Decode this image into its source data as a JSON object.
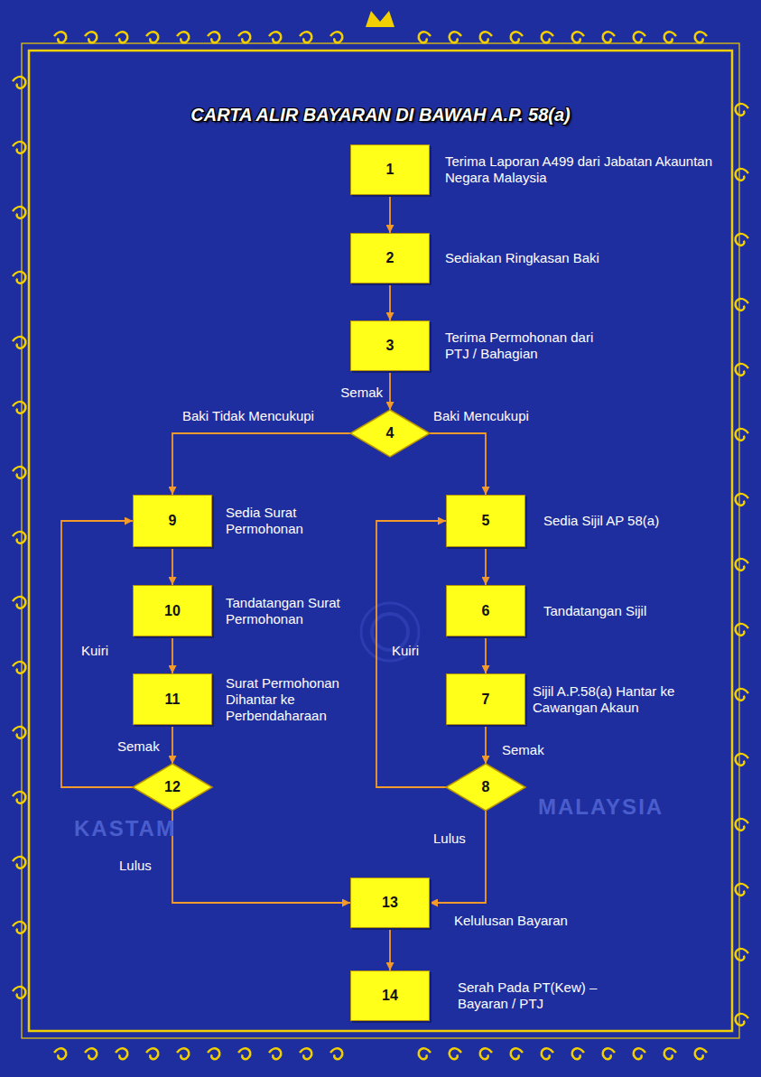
{
  "diagram": {
    "title": "CARTA ALIR BAYARAN DI BAWAH A.P. 58(a)",
    "nodes": [
      {
        "text": [
          "1",
          "Terima Laporan A499 dari Jabatan Akauntan Negara Malaysia"
        ]
      },
      {
        "text": [
          "2",
          "Sediakan Ringkasan Baki"
        ]
      },
      {
        "text": [
          "3",
          "Terima Permohonan dari PTJ / Bahagian"
        ]
      },
      {
        "text": [
          "4"
        ]
      },
      {
        "text": [
          "5",
          "Sedia Sijil AP 58(a)"
        ]
      },
      {
        "text": [
          "6",
          "Tandatangan Sijil"
        ]
      },
      {
        "text": [
          "7",
          "Sijil A.P.58(a) Hantar ke Cawangan Akaun"
        ]
      },
      {
        "text": [
          "8"
        ]
      },
      {
        "text": [
          "9",
          "Sedia Surat Permohonan"
        ]
      },
      {
        "text": [
          "10",
          "Tandatangan Surat Permohonan"
        ]
      },
      {
        "text": [
          "11",
          "Surat Permohonan Dihantar ke Perbendaharaan"
        ]
      },
      {
        "text": [
          "12"
        ]
      },
      {
        "text": [
          "13",
          "Kelulusan Bayaran"
        ]
      },
      {
        "text": [
          "14",
          "Serah Pada PT(Kew) – Bayaran / PTJ"
        ]
      }
    ],
    "edges": [
      {
        "from": 0,
        "to": 1,
        "arrow": "to"
      },
      {
        "from": 1,
        "to": 2,
        "arrow": "to"
      },
      {
        "from": 2,
        "to": 3,
        "label": "Semak",
        "arrow": "to"
      },
      {
        "from": 3,
        "to": 8,
        "label": "Baki Tidak Mencukupi",
        "arrow": "to"
      },
      {
        "from": 3,
        "to": 4,
        "label": "Baki Mencukupi",
        "arrow": "to"
      },
      {
        "from": 4,
        "to": 5,
        "arrow": "to"
      },
      {
        "from": 5,
        "to": 6,
        "arrow": "to"
      },
      {
        "from": 6,
        "to": 7,
        "label": "Semak",
        "arrow": "to"
      },
      {
        "from": 7,
        "to": 4,
        "label": "Kuiri",
        "arrow": "to"
      },
      {
        "from": 7,
        "to": 12,
        "label": "Lulus",
        "arrow": "to"
      },
      {
        "from": 8,
        "to": 9,
        "arrow": "to"
      },
      {
        "from": 9,
        "to": 10,
        "arrow": "to"
      },
      {
        "from": 10,
        "to": 11,
        "label": "Semak",
        "arrow": "to"
      },
      {
        "from": 11,
        "to": 8,
        "label": "Kuiri",
        "arrow": "to"
      },
      {
        "from": 11,
        "to": 12,
        "label": "Lulus",
        "arrow": "to"
      },
      {
        "from": 12,
        "to": 13,
        "arrow": "to"
      }
    ],
    "labels": [
      "KASTAM",
      "MALAYSIA"
    ]
  }
}
